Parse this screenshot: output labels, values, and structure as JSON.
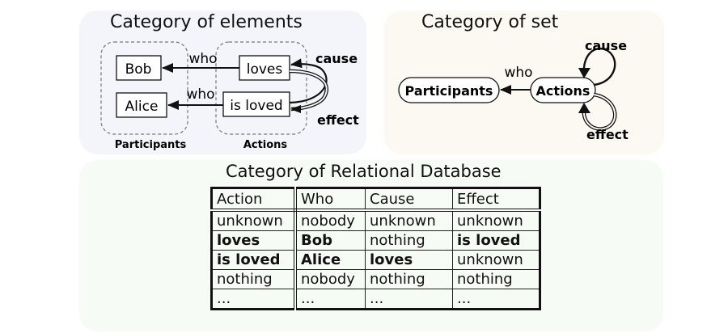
{
  "panels": {
    "elements": {
      "title": "Category of elements",
      "nodes": {
        "bob": "Bob",
        "alice": "Alice",
        "loves": "loves",
        "is_loved": "is loved"
      },
      "edges": {
        "who_top": "who",
        "who_bottom": "who",
        "cause": "cause",
        "effect": "effect"
      },
      "groups": {
        "participants": "Participants",
        "actions": "Actions"
      }
    },
    "set": {
      "title": "Category of set",
      "nodes": {
        "participants": "Participants",
        "actions": "Actions"
      },
      "edges": {
        "who": "who",
        "cause": "cause",
        "effect": "effect"
      }
    },
    "database": {
      "title": "Category of Relational Database",
      "columns": [
        "Action",
        "Who",
        "Cause",
        "Effect"
      ],
      "rows": [
        [
          "unknown",
          "nobody",
          "unknown",
          "unknown"
        ],
        [
          "loves",
          "Bob",
          "nothing",
          "is loved"
        ],
        [
          "is loved",
          "Alice",
          "loves",
          "unknown"
        ],
        [
          "nothing",
          "nobody",
          "nothing",
          "nothing"
        ],
        [
          "...",
          "...",
          "...",
          "..."
        ]
      ]
    }
  },
  "colors": {
    "elements_bg": "#f3f5fb",
    "set_bg": "#fcf8f2",
    "database_bg": "#f7fbf6",
    "ink": "#111111"
  }
}
